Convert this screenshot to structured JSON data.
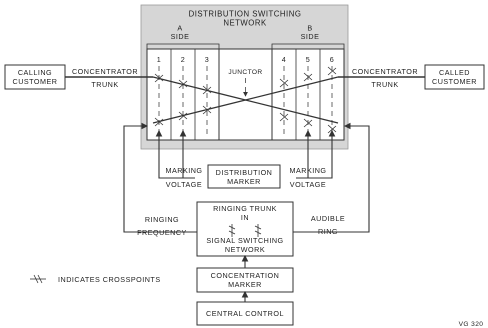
{
  "network_title_line1": "DISTRIBUTION SWITCHING",
  "network_title_line2": "NETWORK",
  "side_a_line1": "A",
  "side_a_line2": "SIDE",
  "side_b_line1": "B",
  "side_b_line2": "SIDE",
  "stage_labels": [
    "1",
    "2",
    "3",
    "4",
    "5",
    "6"
  ],
  "junctor": "JUNCTOR",
  "calling_customer_line1": "CALLING",
  "calling_customer_line2": "CUSTOMER",
  "called_customer_line1": "CALLED",
  "called_customer_line2": "CUSTOMER",
  "left_concentrator_line1": "CONCENTRATOR",
  "left_concentrator_line2": "TRUNK",
  "right_concentrator_line1": "CONCENTRATOR",
  "right_concentrator_line2": "TRUNK",
  "marking_voltage_left_line1": "MARKING",
  "marking_voltage_left_line2": "VOLTAGE",
  "marking_voltage_right_line1": "MARKING",
  "marking_voltage_right_line2": "VOLTAGE",
  "distribution_marker_line1": "DISTRIBUTION",
  "distribution_marker_line2": "MARKER",
  "ringing_trunk_line1": "RINGING TRUNK",
  "ringing_trunk_line2": "IN",
  "signal_switching_line1": "SIGNAL SWITCHING",
  "signal_switching_line2": "NETWORK",
  "ringing_frequency_line1": "RINGING",
  "ringing_frequency_line2": "FREQUENCY",
  "audible_ring_line1": "AUDIBLE",
  "audible_ring_line2": "RING",
  "concentration_marker_line1": "CONCENTRATION",
  "concentration_marker_line2": "MARKER",
  "central_control": "CENTRAL CONTROL",
  "legend_text": "INDICATES CROSSPOINTS",
  "figure_code": "VG 320",
  "colors": {
    "network_shade": "#d6d6d6",
    "line": "#333333"
  }
}
